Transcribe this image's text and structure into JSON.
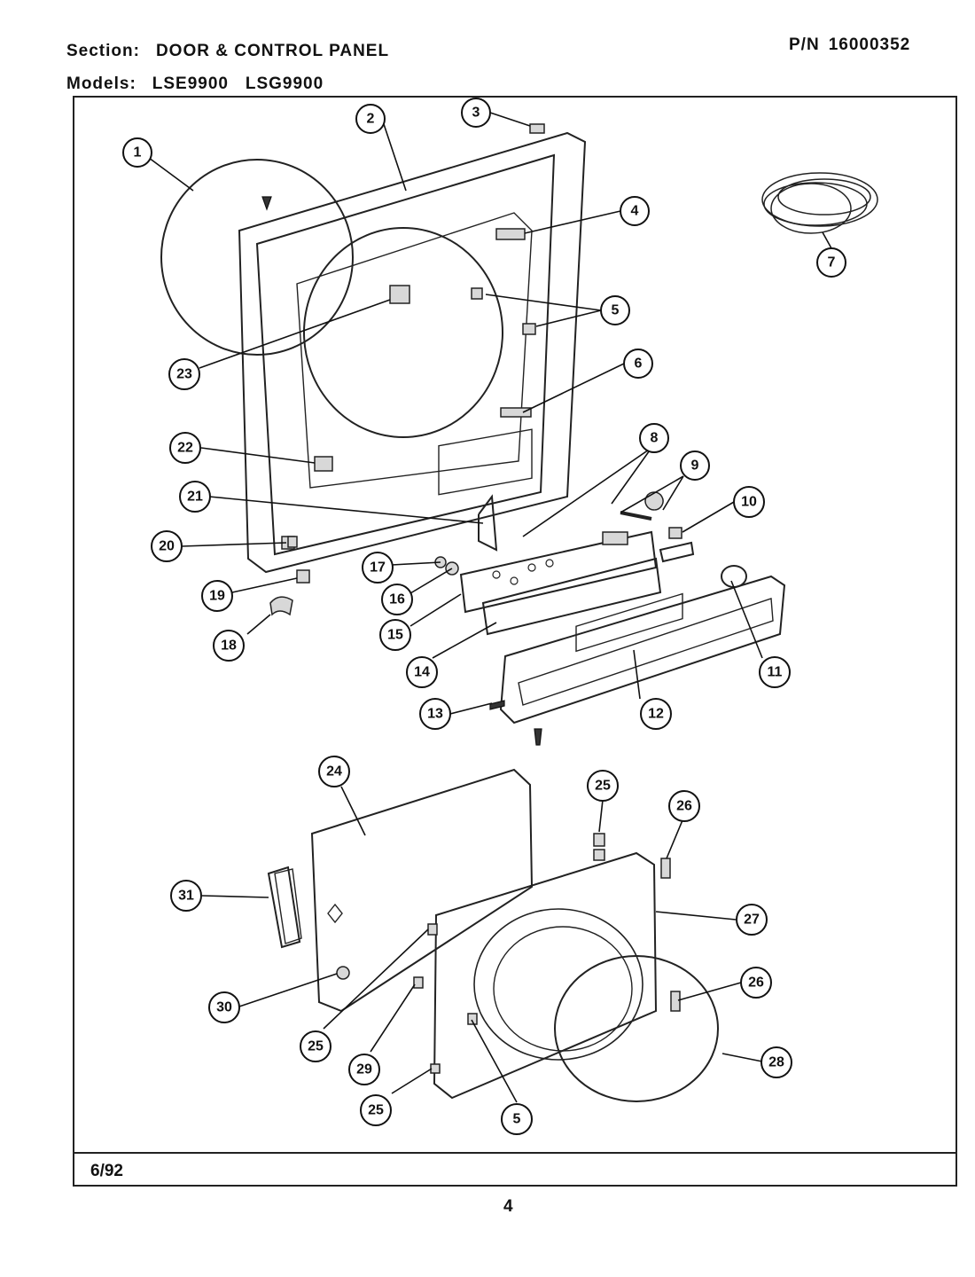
{
  "header": {
    "section_label": "Section:",
    "section_value": "DOOR & CONTROL PANEL",
    "pn_label": "P/N",
    "pn_value": "16000352",
    "models_label": "Models:",
    "models_value": "LSE9900   LSG9900"
  },
  "footer": {
    "date": "6/92",
    "page_number": "4"
  },
  "callouts": [
    "1",
    "2",
    "3",
    "4",
    "5",
    "6",
    "7",
    "8",
    "9",
    "10",
    "11",
    "12",
    "13",
    "14",
    "15",
    "16",
    "17",
    "18",
    "19",
    "20",
    "21",
    "22",
    "23",
    "24",
    "25",
    "26",
    "27",
    "28",
    "29",
    "30",
    "31",
    "25",
    "25",
    "26",
    "5"
  ]
}
